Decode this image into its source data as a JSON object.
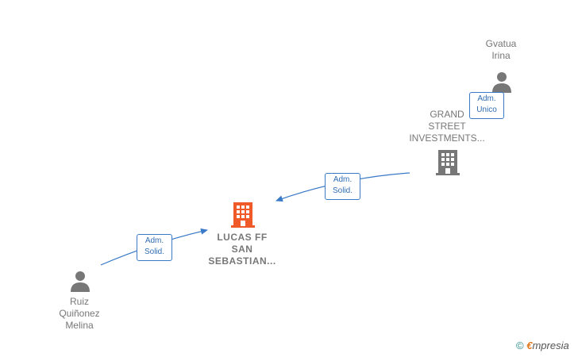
{
  "nodes": {
    "company_main": {
      "lines": [
        "LUCAS FF",
        "SAN",
        "SEBASTIAN..."
      ],
      "color": "#f05a28"
    },
    "company_grand": {
      "lines": [
        "GRAND",
        "STREET",
        "INVESTMENTS..."
      ],
      "color": "#777777"
    },
    "person_gvatua": {
      "lines": [
        "Gvatua",
        "Irina"
      ]
    },
    "person_ruiz": {
      "lines": [
        "Ruiz",
        "Quiñonez",
        "Melina"
      ]
    }
  },
  "edges": {
    "grand_to_main": {
      "lines": [
        "Adm.",
        "Solid."
      ]
    },
    "ruiz_to_main": {
      "lines": [
        "Adm.",
        "Solid."
      ]
    },
    "gvatua_to_grand": {
      "lines": [
        "Adm.",
        "Unico"
      ]
    }
  },
  "brand": {
    "copyright": "©",
    "e": "€",
    "rest": "mpresia"
  },
  "colors": {
    "edge": "#3a7ac7",
    "person": "#777777"
  }
}
